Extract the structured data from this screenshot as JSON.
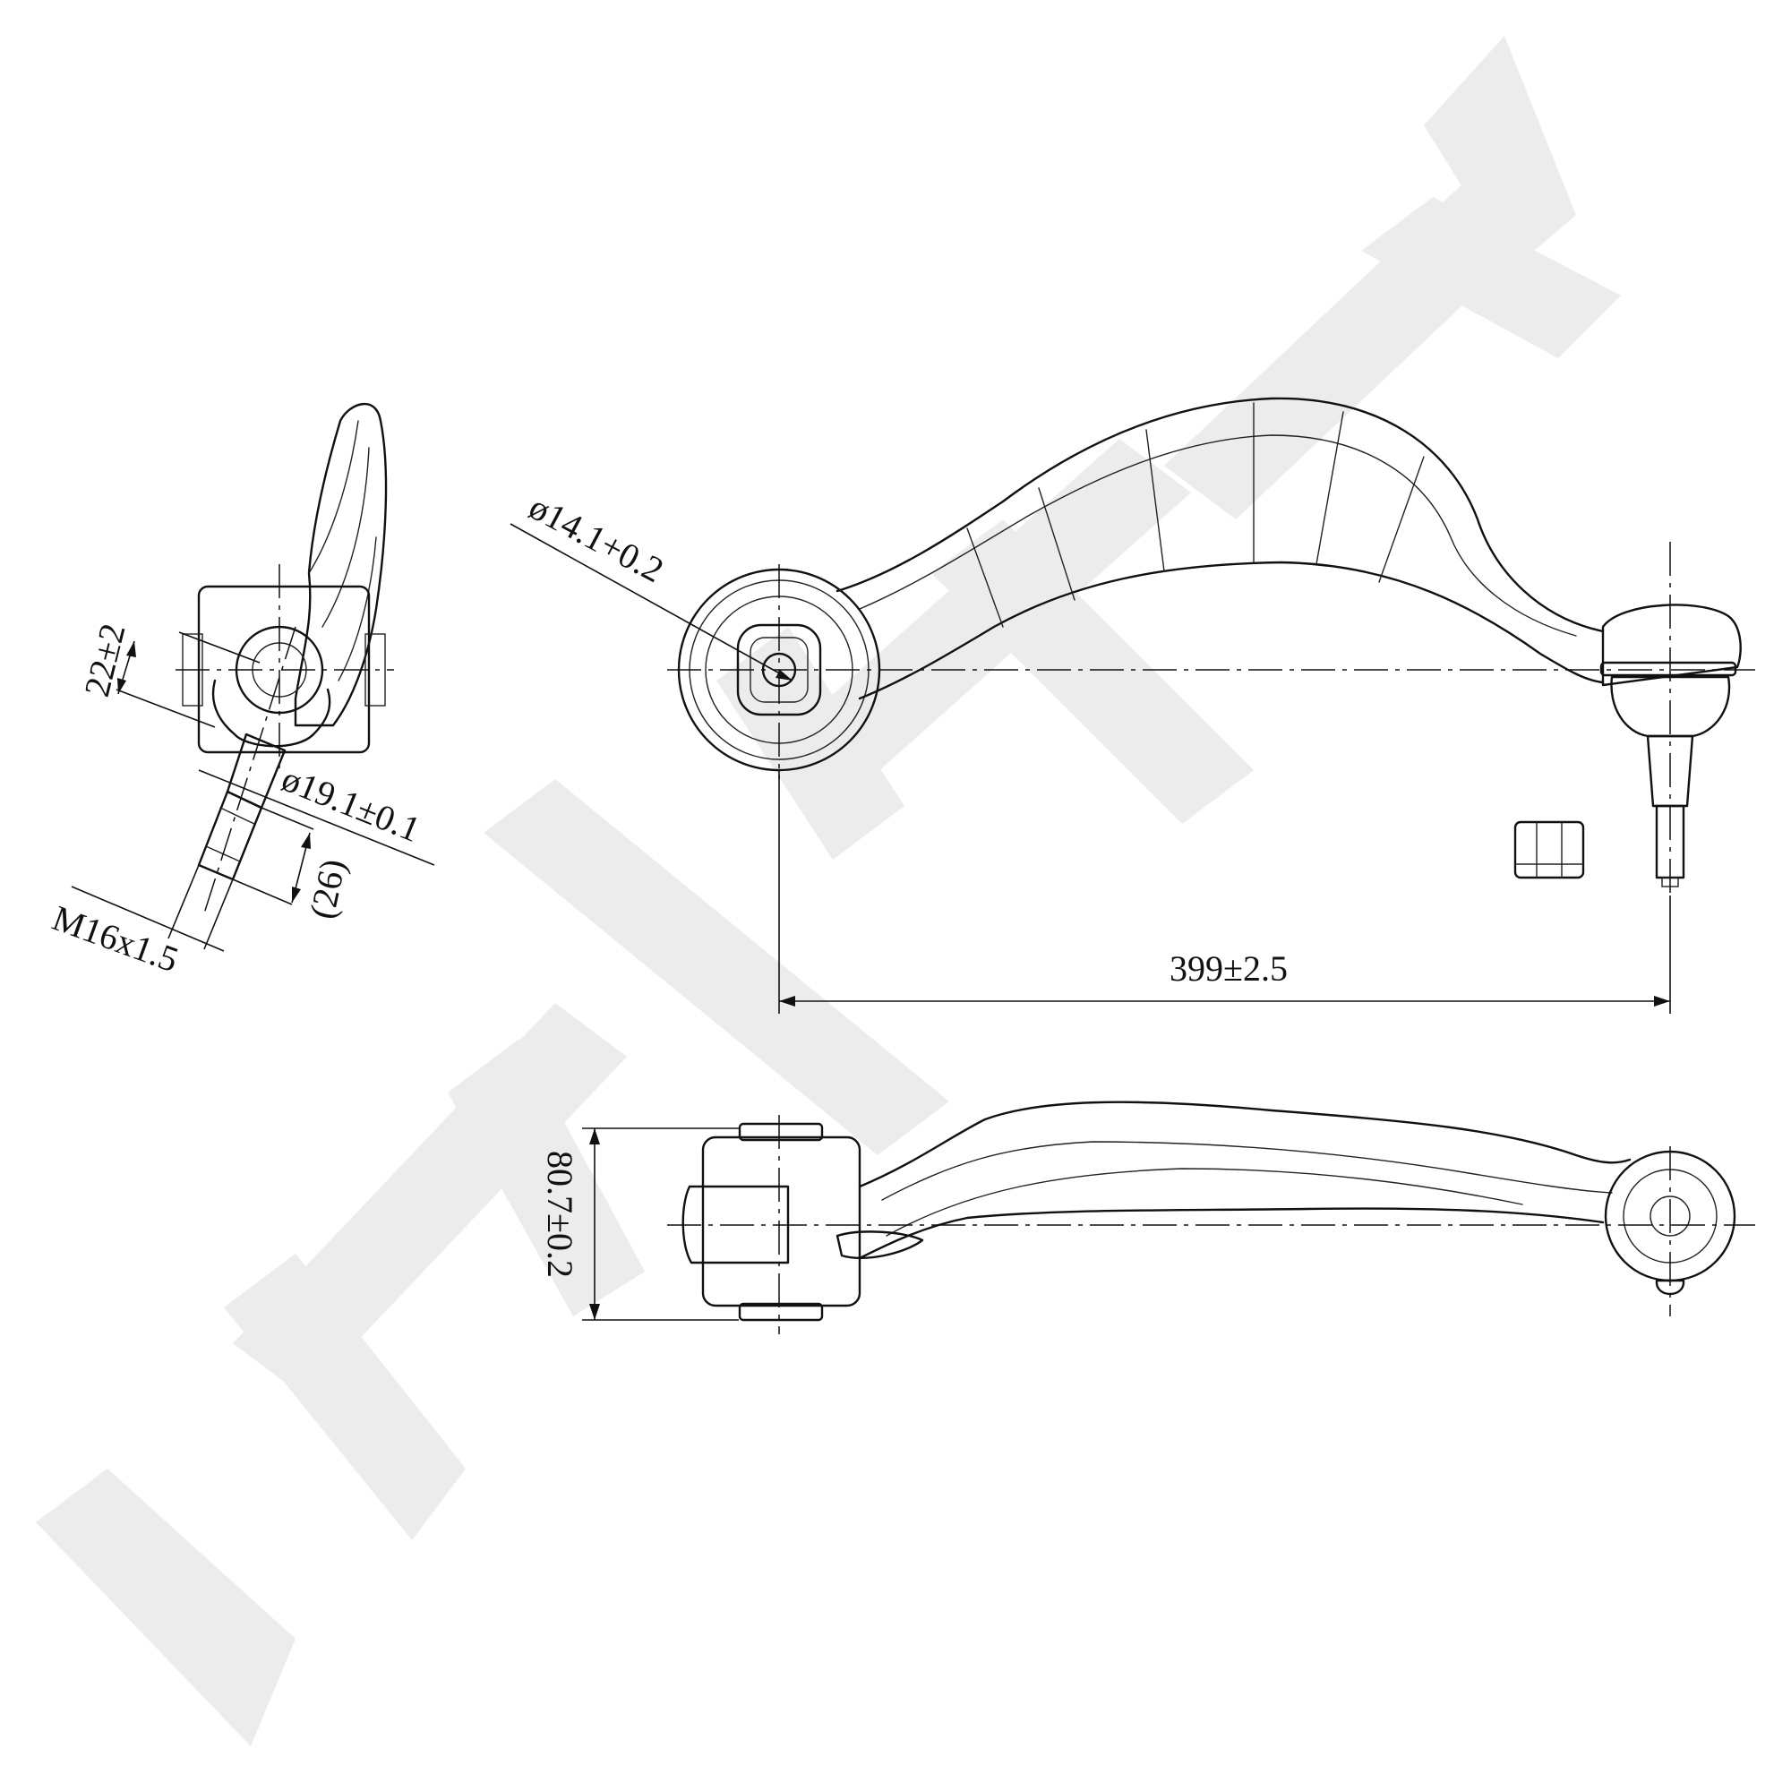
{
  "watermark": {
    "text": "ZENNEK",
    "color": "#ececec"
  },
  "dimensions": {
    "bushing_bore": "ø14.1+0.2",
    "ball_stud_diameter": "ø19.1±0.1",
    "taper_height": "22±2",
    "thread_length": "(26)",
    "thread_size": "M16x1.5",
    "center_distance": "399±2.5",
    "bushing_width": "80.7±0.2"
  },
  "colors": {
    "line": "#111111",
    "background": "#ffffff"
  }
}
